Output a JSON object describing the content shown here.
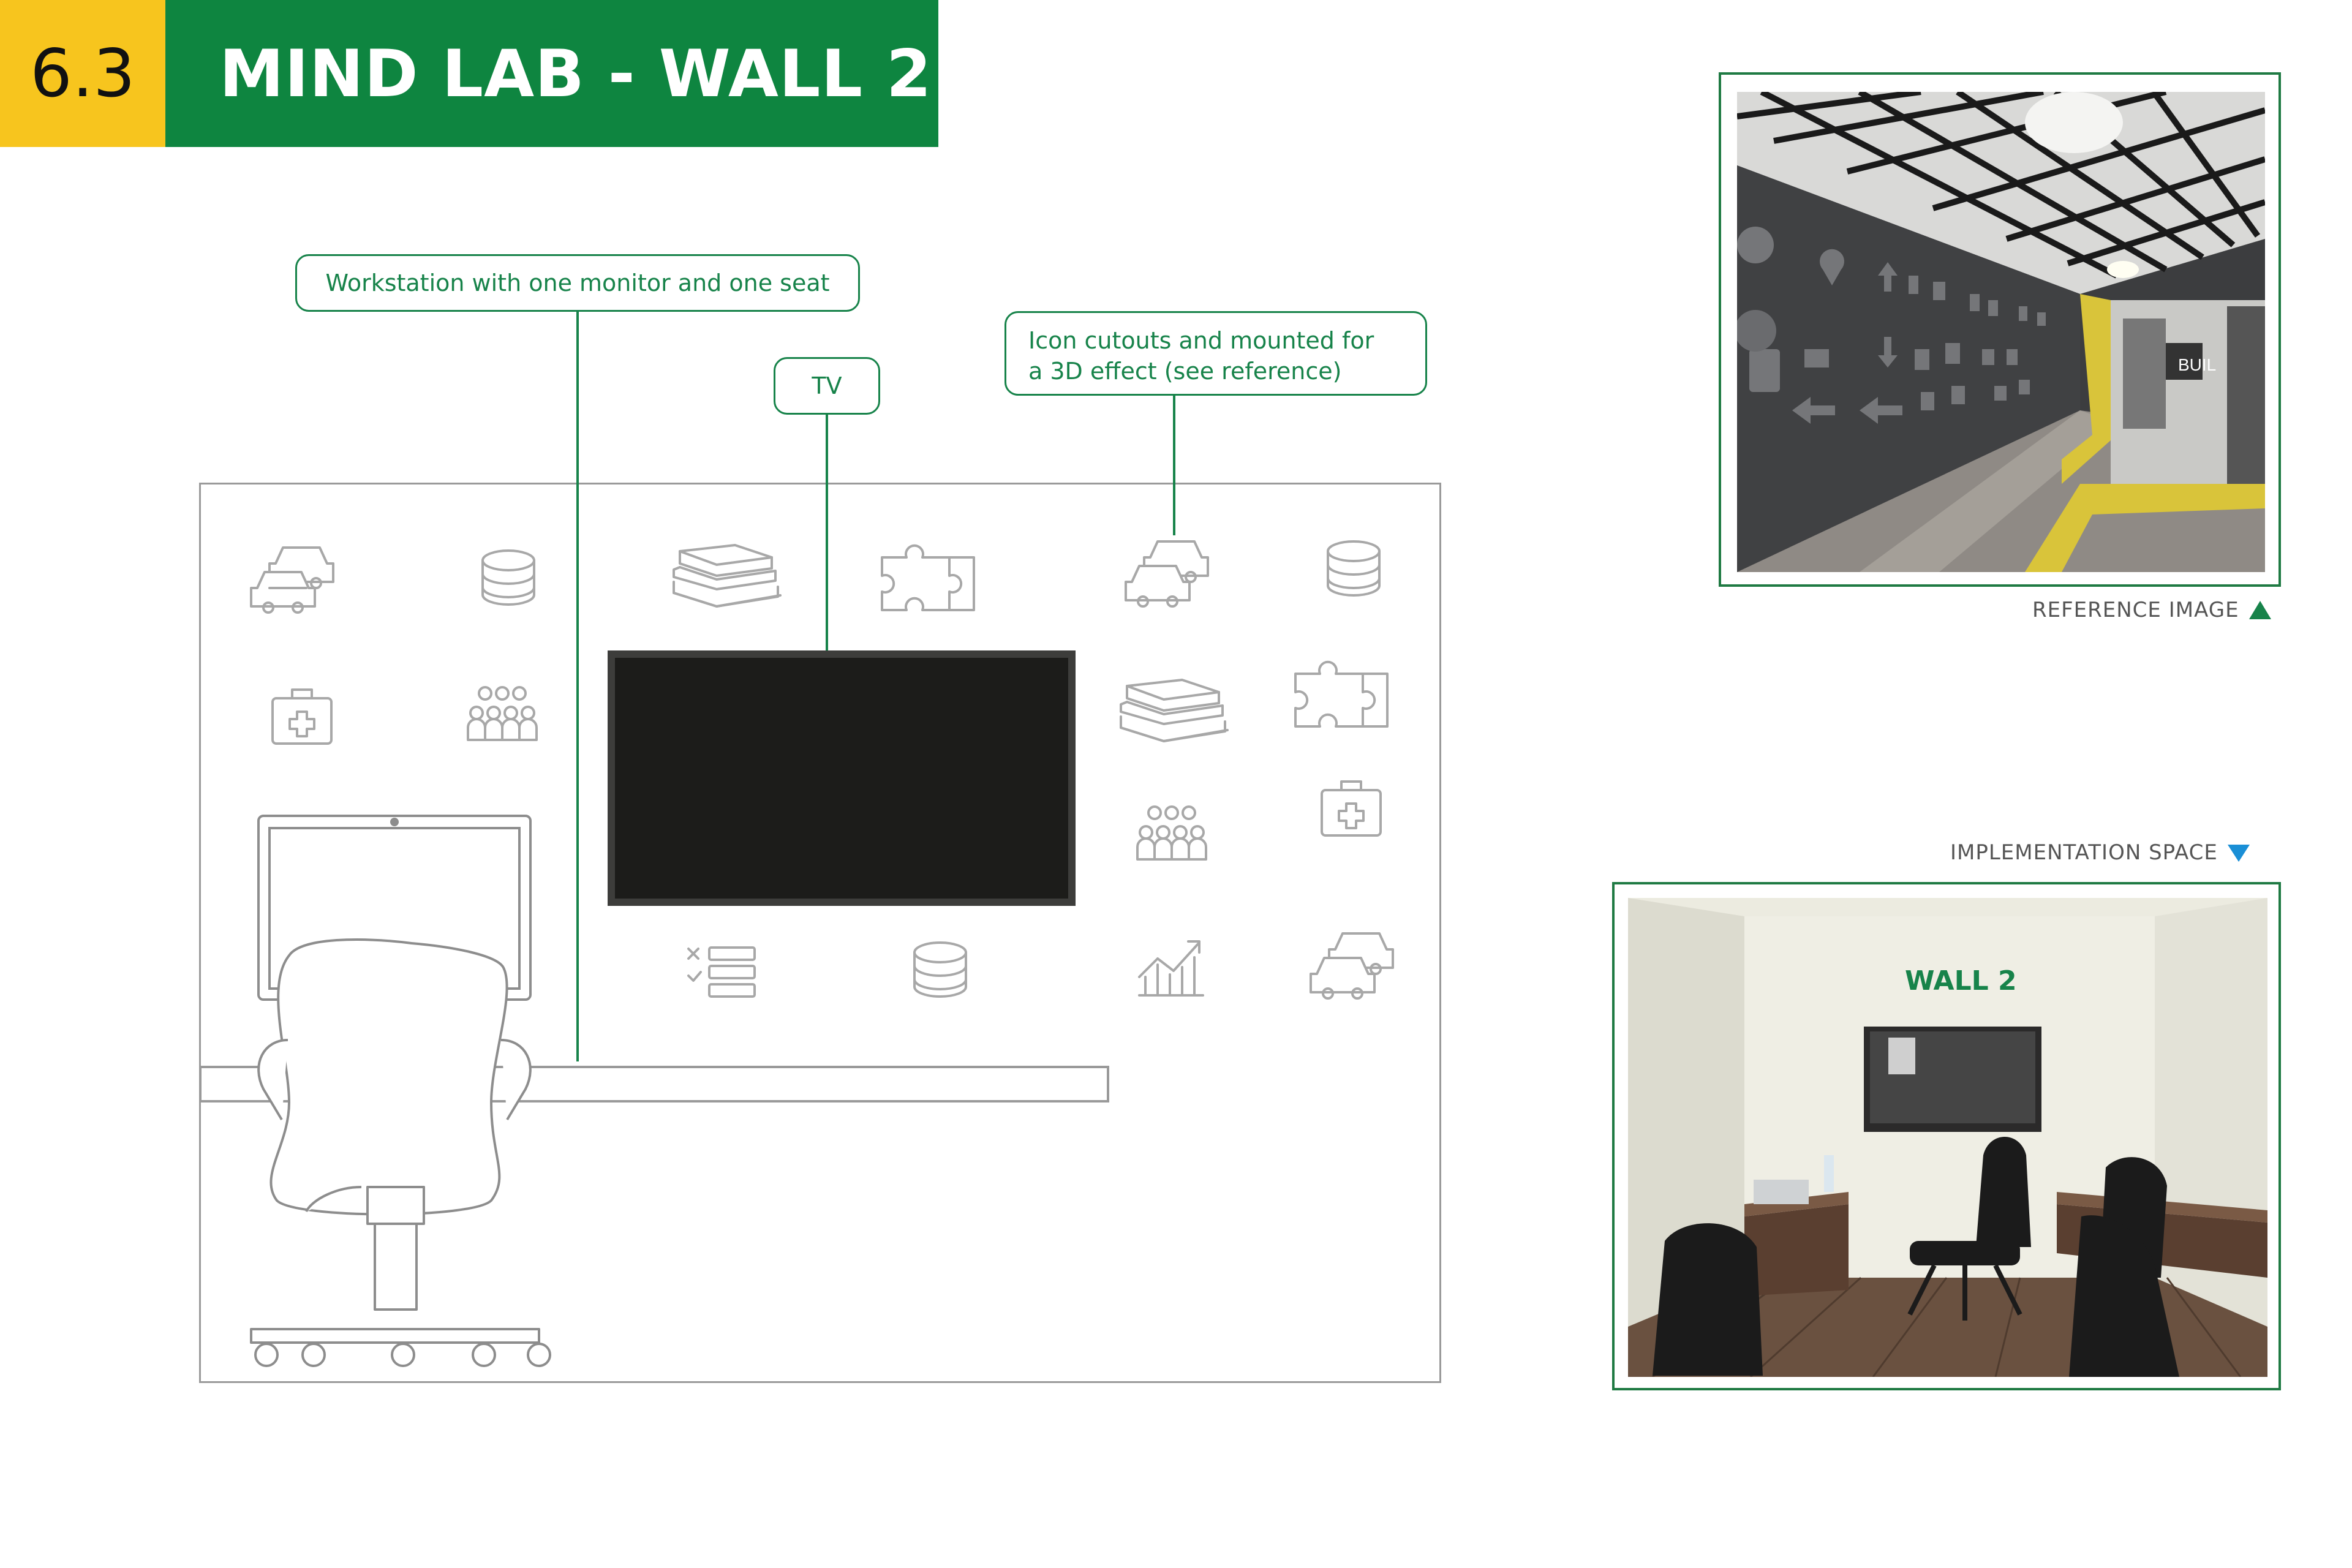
{
  "header": {
    "section_number": "6.3",
    "title": "MIND LAB - WALL 2",
    "number_bg": "#f7c51e",
    "title_bg": "#0e8540"
  },
  "callouts": {
    "workstation": "Workstation with one monitor and one seat",
    "tv": "TV",
    "icon_cutouts_line1": "Icon cutouts and mounted for",
    "icon_cutouts_line2": "a 3D effect (see reference)"
  },
  "wall_icons": [
    "cars-icon",
    "coins-icon",
    "books-icon",
    "puzzle-icon",
    "first-aid-kit-icon",
    "people-group-icon",
    "checklist-icon",
    "growth-chart-icon"
  ],
  "reference": {
    "caption": "REFERENCE IMAGE",
    "sign_text": "BUIL"
  },
  "implementation": {
    "caption": "IMPLEMENTATION SPACE",
    "wall_label": "WALL 2"
  },
  "colors": {
    "accent_green": "#17834a",
    "arrow_blue": "#1a8fd6",
    "line_grey": "#9a9a9a"
  }
}
